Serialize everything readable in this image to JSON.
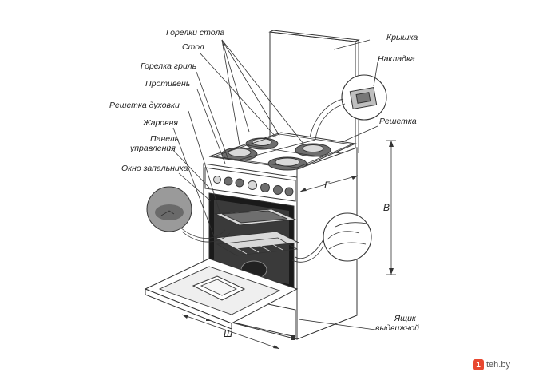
{
  "labels": {
    "burners": "Горелки стола",
    "lid": "Крышка",
    "table": "Стол",
    "cover": "Накладка",
    "grill_burner": "Горелка гриль",
    "tray": "Противень",
    "grate": "Решетка",
    "oven_rack": "Решетка духовки",
    "roaster": "Жаровня",
    "control_panel_1": "Панель",
    "control_panel_2": "управления",
    "ignition_window": "Окно запальника",
    "drawer_1": "Ящик",
    "drawer_2": "выдвижной"
  },
  "dimensions": {
    "height": "В",
    "width": "Ш",
    "depth": "Г"
  },
  "watermark": {
    "logo": "1",
    "text": "teh.by"
  }
}
